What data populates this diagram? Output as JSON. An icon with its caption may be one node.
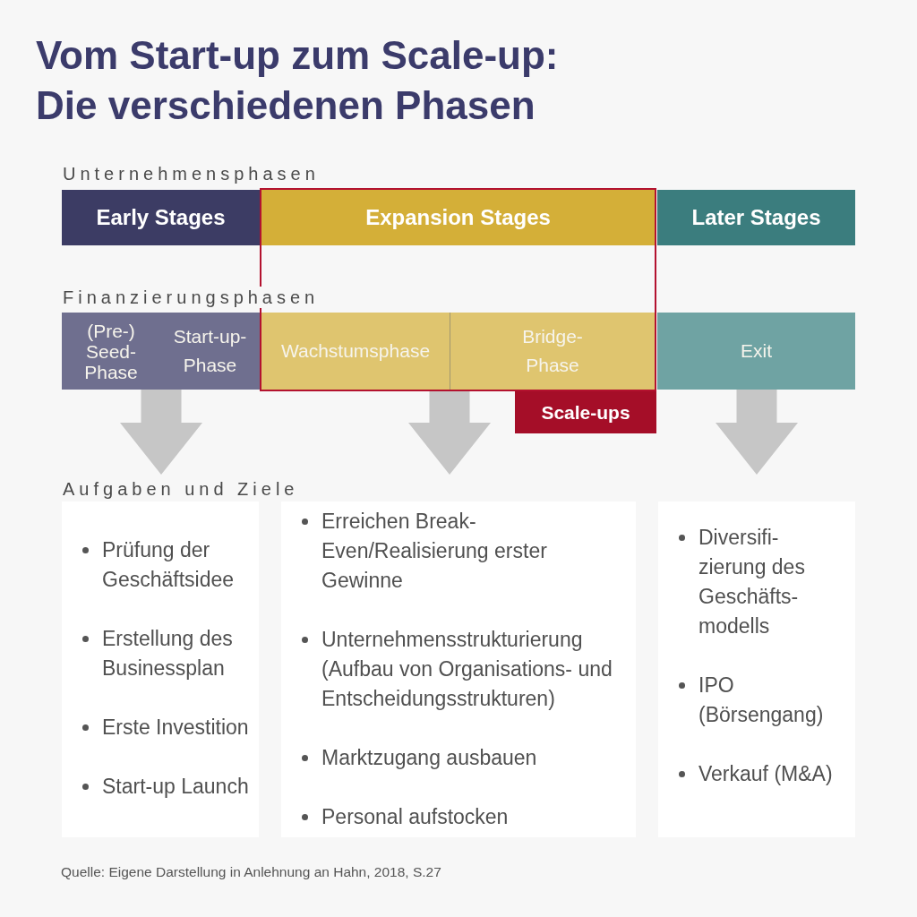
{
  "diagram": {
    "title": "Vom Start-up zum Scale-up: Die verschiedenen Phasen",
    "caption": "Quelle: Eigene Darstellung in Anlehnung an Hahn, 2018, S.27",
    "nodes": [
      {
        "text": [
          "Early Stages"
        ]
      },
      {
        "text": [
          "Expansion Stages"
        ]
      },
      {
        "text": [
          "Later Stages"
        ]
      },
      {
        "text": [
          "(Pre-) Seed- Phase",
          "Start-up- Phase"
        ]
      },
      {
        "text": [
          "Wachstumsphase"
        ]
      },
      {
        "text": [
          "Bridge- Phase"
        ]
      },
      {
        "text": [
          "Exit"
        ]
      },
      {
        "text": [
          "Scale-ups"
        ]
      },
      {
        "text": [
          "Prüfung der Geschäftsidee",
          "Erstellung des Businessplan",
          "Erste Investition",
          "Start-up Launch"
        ]
      },
      {
        "text": [
          "Erreichen Break- Even/Realisierung erster Gewinne",
          "Unternehmensstrukturierung (Aufbau von Organisations- und Entscheidungsstrukturen)",
          "Marktzugang ausbauen",
          "Personal aufstocken"
        ]
      },
      {
        "text": [
          "Diversifi- zierung des Geschäfts- modells",
          "IPO (Börsengang)",
          "Verkauf (M&A)"
        ]
      }
    ],
    "edges": [
      {
        "from": 3,
        "to": 8,
        "arrow": "to",
        "style": "thick"
      },
      {
        "from": 4,
        "to": 9,
        "arrow": "to",
        "style": "thick"
      },
      {
        "from": 5,
        "to": 9,
        "arrow": "to",
        "style": "thick"
      },
      {
        "from": 6,
        "to": 10,
        "arrow": "to",
        "style": "thick"
      }
    ],
    "labels": [
      "Unternehmensphasen",
      "Finanzierungsphasen",
      "Aufgaben und Ziele"
    ]
  }
}
